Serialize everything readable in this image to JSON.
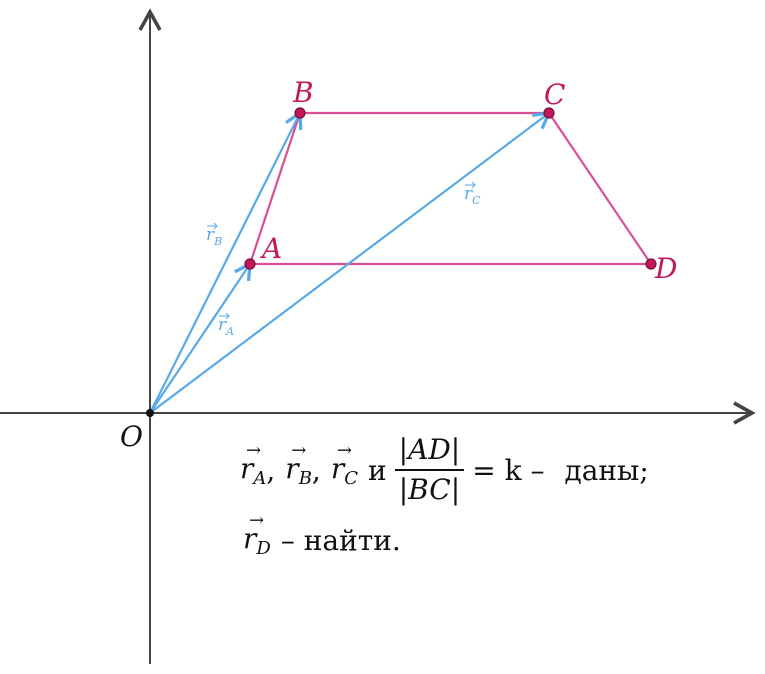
{
  "diagram": {
    "origin_label": "O",
    "points": [
      {
        "id": "A",
        "label": "A"
      },
      {
        "id": "B",
        "label": "B"
      },
      {
        "id": "C",
        "label": "C"
      },
      {
        "id": "D",
        "label": "D"
      }
    ],
    "vectors": [
      {
        "id": "rA",
        "base": "r",
        "sub": "A"
      },
      {
        "id": "rB",
        "base": "r",
        "sub": "B"
      },
      {
        "id": "rC",
        "base": "r",
        "sub": "C"
      }
    ],
    "colors": {
      "axis": "#444444",
      "trapezoid": "#d94f93",
      "point_fill": "#c2185b",
      "vector": "#5aa9e6",
      "label_point": "#c2185b",
      "label_vector": "#5aa9e6"
    }
  },
  "text": {
    "given_r": "r",
    "given_sub_a": "A",
    "given_sub_b": "B",
    "given_sub_c": "C",
    "conj": "и",
    "frac_num": "|AD|",
    "frac_den": "|BC|",
    "equals": "= k –",
    "given_word": "даны;",
    "find_r": "r",
    "find_sub": "D",
    "find_rest": "– найти."
  }
}
